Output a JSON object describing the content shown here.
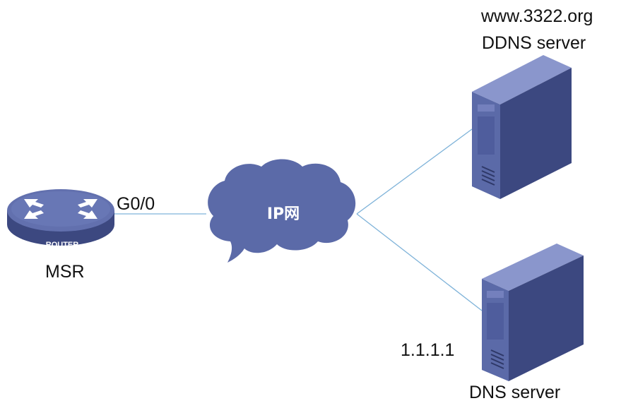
{
  "diagram": {
    "router": {
      "badge": "ROUTER",
      "name": "MSR",
      "interface": "G0/0"
    },
    "cloud": {
      "label": "IP网"
    },
    "ddns_server": {
      "domain": "www.3322.org",
      "name": "DDNS server"
    },
    "dns_server": {
      "ip": "1.1.1.1",
      "name": "DNS server"
    }
  },
  "colors": {
    "device_fill": "#5b6aa8",
    "device_dark": "#3c4880",
    "link_line": "#7fb3d9",
    "label_text": "#111111"
  }
}
